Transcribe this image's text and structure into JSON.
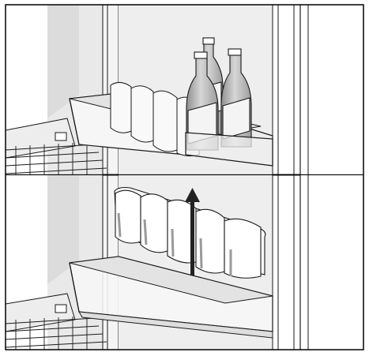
{
  "figure": {
    "panels": [
      {
        "name": "bottles-in-door-shelf",
        "arrow": false
      },
      {
        "name": "lift-out-holder",
        "arrow": true
      }
    ],
    "bottles": 3,
    "holder_slots": 5,
    "colors": {
      "line": "#1a1a1a",
      "wall": "#e6e6e6",
      "shade": "#d2d2d2",
      "deep": "#b9b9b9",
      "shelf": "#f2f2f2",
      "bottle": "#c7c7c7",
      "bottle_dark": "#9d9d9d",
      "arrow": "#222222",
      "frame": "#000000"
    }
  }
}
